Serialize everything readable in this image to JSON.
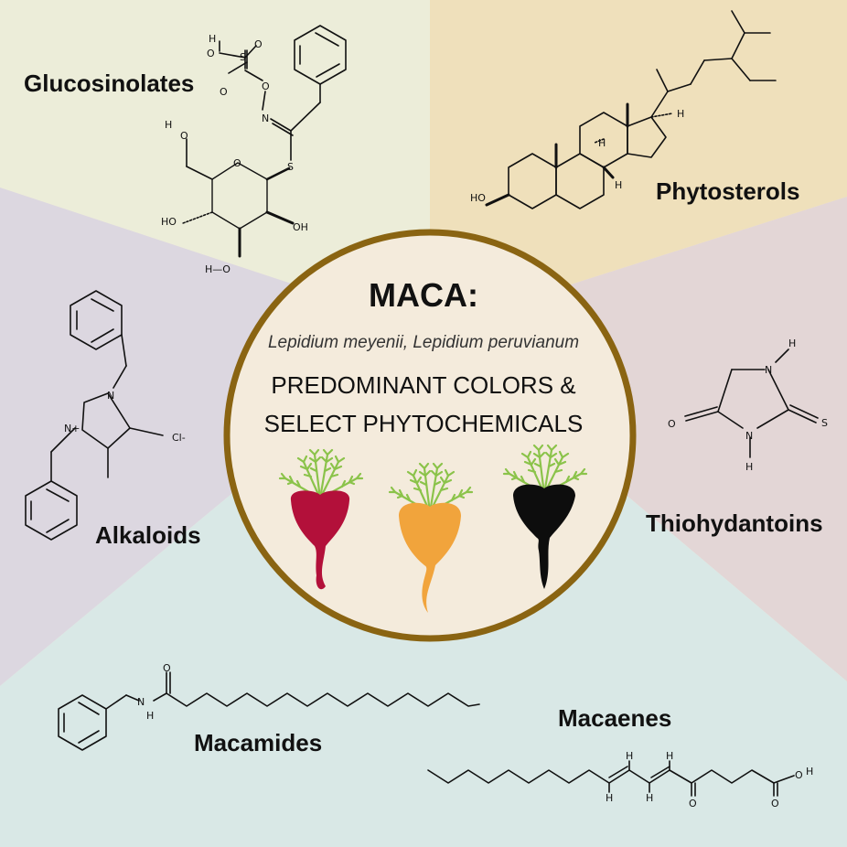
{
  "title": "MACA:",
  "species": "Lepidium meyenii, Lepidium peruvianum",
  "headline_line1": "PREDOMINANT COLORS &",
  "headline_line2": "SELECT PHYTOCHEMICALS",
  "compounds": {
    "glucosinolates": "Glucosinolates",
    "phytosterols": "Phytosterols",
    "alkaloids": "Alkaloids",
    "thiohydantoins": "Thiohydantoins",
    "macamides": "Macamides",
    "macaenes": "Macaenes"
  },
  "colors": {
    "sector_top_left": "#ecedd9",
    "sector_top_right": "#efe0bb",
    "sector_left": "#dcd7e0",
    "sector_right": "#e3d6d6",
    "sector_bottom": "#d9e8e6",
    "circle_fill": "#f4ebdc",
    "circle_ring": "#8a6412",
    "root_red": "#b3103a",
    "root_yellow": "#f1a43c",
    "root_black": "#0d0d0d",
    "leaf_green": "#8bc34a"
  },
  "atoms": {
    "H": "H",
    "O": "O",
    "S": "S",
    "N": "N",
    "Nplus": "N+",
    "Cl": "Cl-",
    "OH": "OH",
    "HO": "HO",
    "HO2": "H—O",
    "S1": "S"
  }
}
